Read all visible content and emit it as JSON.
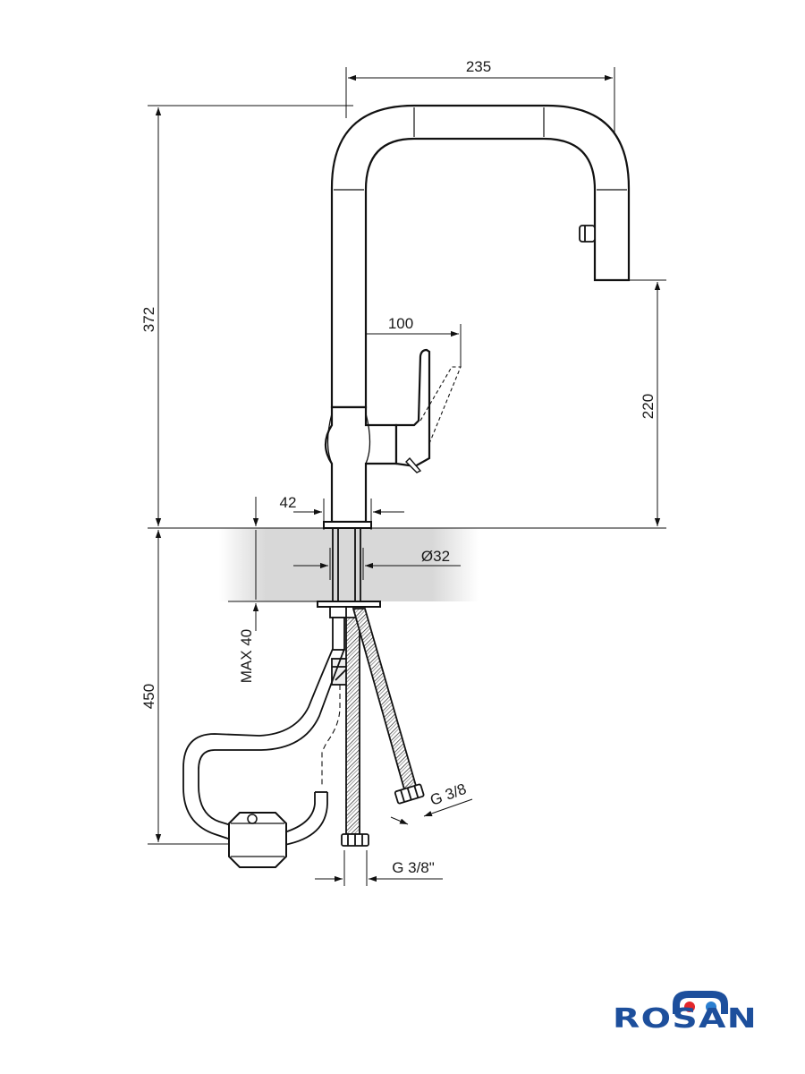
{
  "dimensions": {
    "spout_reach": "235",
    "total_height": "372",
    "lever_reach": "100",
    "outlet_height": "220",
    "base_diameter": "42",
    "hole_diameter": "Ø32",
    "max_counter_thickness": "MAX 40",
    "below_counter_length": "450",
    "connection_hot": "G 3/8",
    "connection_cold": "G 3/8\""
  },
  "logo": {
    "text": "ROSAN",
    "colors": {
      "text": "#1d4f9c",
      "hot": "#e3262b",
      "cold": "#2b7fd0"
    }
  },
  "colors": {
    "line": "#111111",
    "counter": "#d9d9d9"
  }
}
